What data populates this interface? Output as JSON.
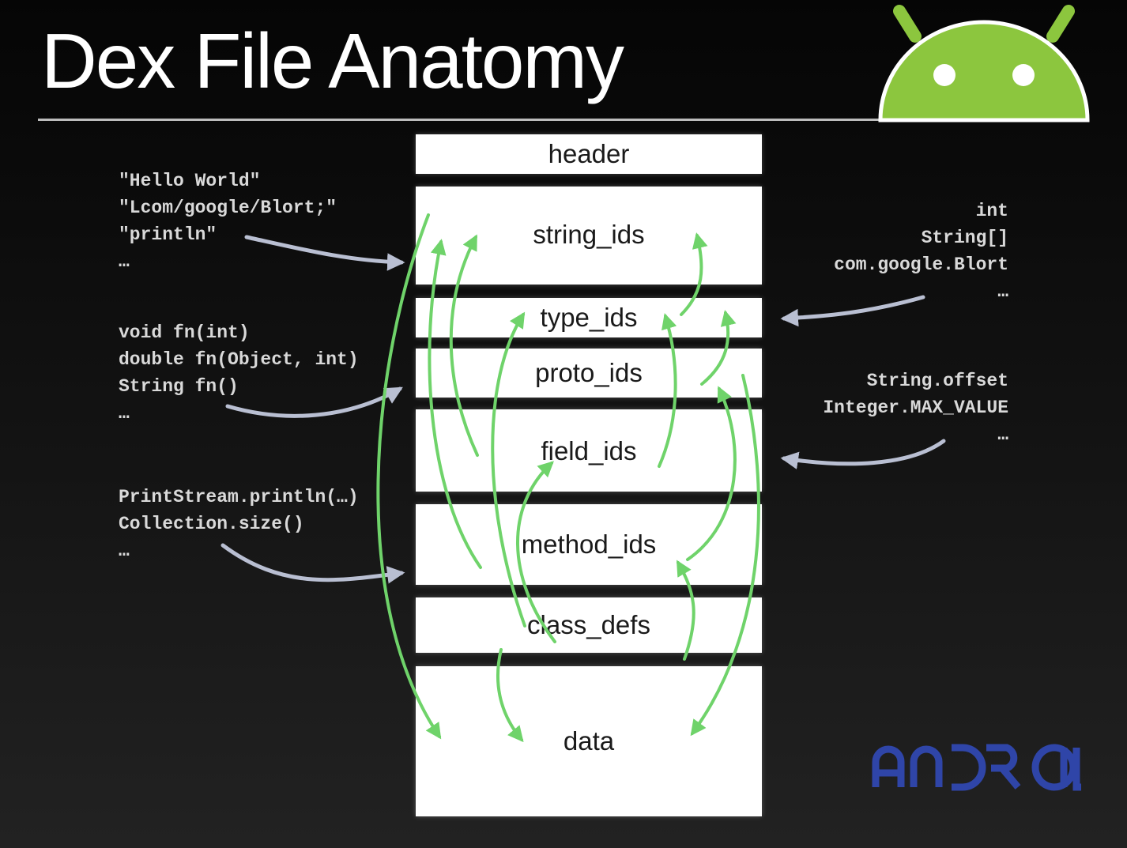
{
  "title": "Dex File Anatomy",
  "colors": {
    "android_green": "#8cc63e",
    "arrow_green": "#6fd36a",
    "arrow_gray": "#b9bfd2",
    "brand_blue": "#2f45a8"
  },
  "blocks": {
    "header": "header",
    "string_ids": "string_ids",
    "type_ids": "type_ids",
    "proto_ids": "proto_ids",
    "field_ids": "field_ids",
    "method_ids": "method_ids",
    "class_defs": "class_defs",
    "data": "data"
  },
  "left_annotations": {
    "strings": [
      "\"Hello World\"",
      "\"Lcom/google/Blort;\"",
      "\"println\"",
      "…"
    ],
    "protos": [
      "void fn(int)",
      "double fn(Object, int)",
      "String fn()",
      "…"
    ],
    "methods": [
      "PrintStream.println(…)",
      "Collection.size()",
      "…"
    ]
  },
  "right_annotations": {
    "types": [
      "int",
      "String[]",
      "com.google.Blort",
      "…"
    ],
    "fields": [
      "String.offset",
      "Integer.MAX_VALUE",
      "…"
    ]
  },
  "brand_text": "android",
  "icons": {
    "mascot": "android-robot-head-icon",
    "brand": "android-wordmark-icon"
  }
}
